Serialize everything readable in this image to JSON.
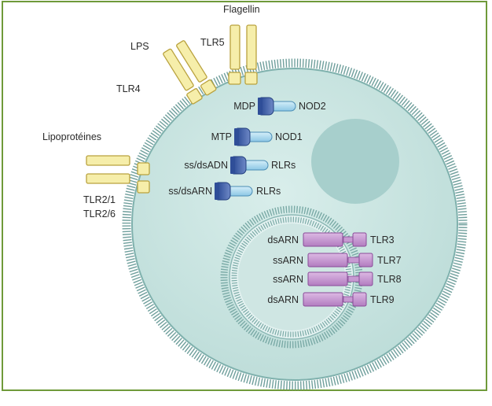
{
  "colors": {
    "border": "#6f9a3a",
    "cell_fill": "#cfe6e3",
    "membrane": "#79aaa7",
    "nucleus": "#a9d0cd",
    "tlr_yellow_fill": "#f6eeaa",
    "tlr_yellow_stroke": "#b9a23e",
    "nod_dark": "#3e5ea8",
    "nod_light": "#a8d8ef",
    "endo_fill": "#c79ad2",
    "endo_stroke": "#8a4b98"
  },
  "labels": {
    "flagellin": "Flagellin",
    "tlr5": "TLR5",
    "lps": "LPS",
    "tlr4": "TLR4",
    "lipoproteines": "Lipoprotéines",
    "tlr2_1": "TLR2/1",
    "tlr2_6": "TLR2/6",
    "cyto": [
      {
        "ligand": "MDP",
        "receptor": "NOD2"
      },
      {
        "ligand": "MTP",
        "receptor": "NOD1"
      },
      {
        "ligand": "ss/dsADN",
        "receptor": "RLRs"
      },
      {
        "ligand": "ss/dsARN",
        "receptor": "RLRs"
      }
    ],
    "endo": [
      {
        "ligand": "dsARN",
        "receptor": "TLR3"
      },
      {
        "ligand": "ssARN",
        "receptor": "TLR7"
      },
      {
        "ligand": "ssARN",
        "receptor": "TLR8"
      },
      {
        "ligand": "dsARN",
        "receptor": "TLR9"
      }
    ]
  }
}
